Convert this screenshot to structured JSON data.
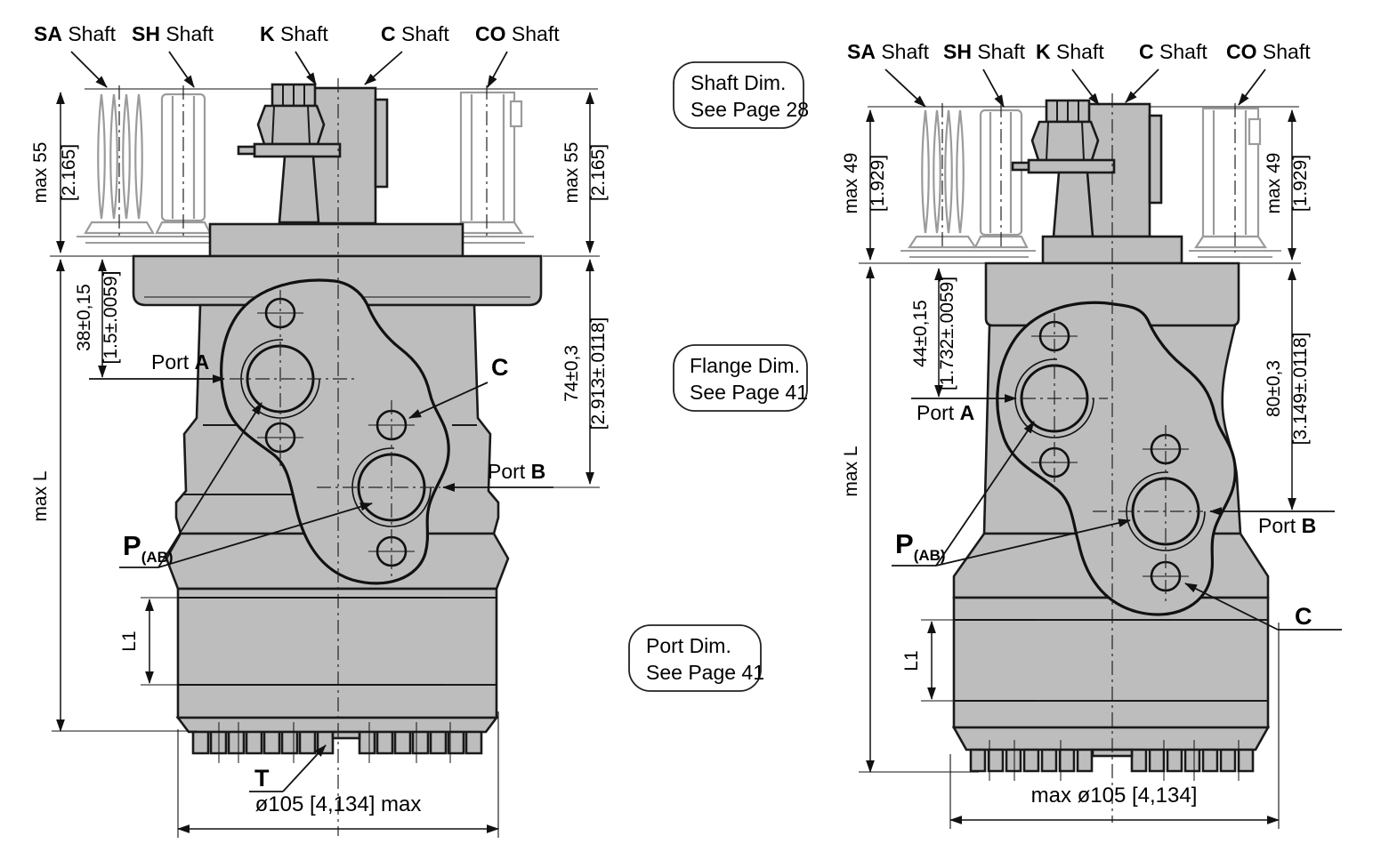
{
  "shaft_labels": [
    {
      "code": "SA",
      "word": " Shaft"
    },
    {
      "code": "SH",
      "word": " Shaft"
    },
    {
      "code": "K",
      "word": " Shaft"
    },
    {
      "code": "C",
      "word": " Shaft"
    },
    {
      "code": "CO",
      "word": " Shaft"
    }
  ],
  "callouts": {
    "shaft": {
      "line1": "Shaft Dim.",
      "line2": "See Page 28"
    },
    "flange": {
      "line1": "Flange Dim.",
      "line2": "See Page 41"
    },
    "port": {
      "line1": "Port Dim.",
      "line2": "See Page 41"
    }
  },
  "left_view": {
    "dim_shaft_left": {
      "mm": "max 55",
      "inch": "[2.165]"
    },
    "dim_shaft_right": {
      "mm": "max 55",
      "inch": "[2.165]"
    },
    "dim_port_a": {
      "mm": "38±0,15",
      "inch": "[1.5±.0059]"
    },
    "dim_port_b": {
      "mm": "74±0,3",
      "inch": "[2.913±.0118]"
    },
    "dim_max_l": "max L",
    "dim_l1": "L1",
    "dim_diameter": "ø105 [4,134] max",
    "port_a": {
      "pre": "Port ",
      "bold": "A"
    },
    "port_b": {
      "pre": "Port ",
      "bold": "B"
    },
    "label_c": "C",
    "label_t": "T",
    "label_p": {
      "main": "P",
      "sub": "(AB)"
    }
  },
  "right_view": {
    "dim_shaft_left": {
      "mm": "max 49",
      "inch": "[1.929]"
    },
    "dim_shaft_right": {
      "mm": "max 49",
      "inch": "[1.929]"
    },
    "dim_port_a": {
      "mm": "44±0,15",
      "inch": "[1.732±.0059]"
    },
    "dim_port_b": {
      "mm": "80±0,3",
      "inch": "[3.149±.0118]"
    },
    "dim_max_l": "max L",
    "dim_l1": "L1",
    "dim_diameter": "max ø105 [4,134]",
    "port_a": {
      "pre": "Port ",
      "bold": "A"
    },
    "port_b": {
      "pre": "Port ",
      "bold": "B"
    },
    "label_c": "C",
    "label_p": {
      "main": "P",
      "sub": "(AB)"
    }
  },
  "colors": {
    "body_fill": "#bdbdbd",
    "outline": "#1a1a1a",
    "ghost_line": "#9b9b9b",
    "background": "#ffffff"
  }
}
